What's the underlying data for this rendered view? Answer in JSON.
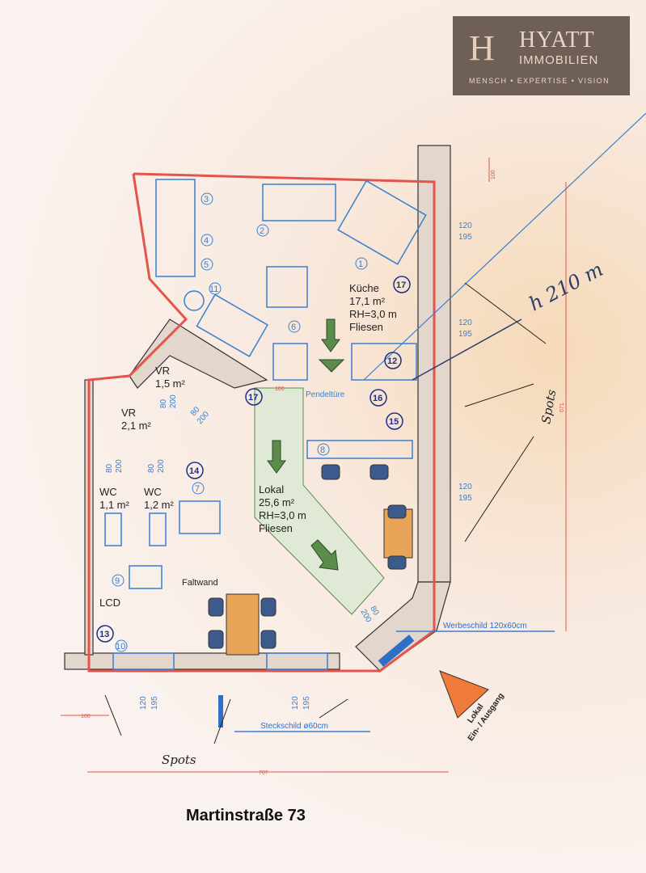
{
  "logo": {
    "mark": "H",
    "name": "HYATT",
    "sub": "IMMOBILIEN",
    "tagline": "MENSCH • EXPERTISE • VISION"
  },
  "rooms": {
    "kueche": {
      "name": "Küche",
      "area": "17,1 m²",
      "height": "RH=3,0 m",
      "floor": "Fliesen"
    },
    "vr1": {
      "name": "VR",
      "area": "1,5 m²"
    },
    "vr2": {
      "name": "VR",
      "area": "2,1 m²"
    },
    "wc1": {
      "name": "WC",
      "area": "1,1 m²"
    },
    "wc2": {
      "name": "WC",
      "area": "1,2 m²"
    },
    "lokal": {
      "name": "Lokal",
      "area": "25,6 m²",
      "height": "RH=3,0 m",
      "floor": "Fliesen"
    }
  },
  "labels": {
    "pendeltuere": "Pendeltüre",
    "faltwand": "Faltwand",
    "lcd": "LCD",
    "werbeschild": "Werbeschild 120x60cm",
    "steckschild": "Steckschild ø60cm",
    "spots_right": "Spots",
    "spots_bottom": "Spots",
    "height_note": "h 210 m",
    "entrance_1": "Lokal",
    "entrance_2": "Ein- / Ausgang",
    "street": "Martinstraße 73"
  },
  "dimensions": {
    "width_total": "707",
    "depth_total": "671",
    "offset_left": "100",
    "offset_center": "100",
    "top_small": "100",
    "window_w": "120",
    "window_h": "195",
    "door_w": "80",
    "door_h": "200"
  },
  "markers": {
    "n1": "1",
    "n2": "2",
    "n3": "3",
    "n4": "4",
    "n5": "5",
    "n6": "6",
    "n7": "7",
    "n8": "8",
    "n9": "9",
    "n10": "10",
    "n11": "11",
    "c12": "12",
    "c13": "13",
    "c14": "14",
    "c15": "15",
    "c16": "16",
    "c17a": "17",
    "c17b": "17"
  },
  "colors": {
    "wall_red": "#e4544a",
    "blue": "#3a7fd0",
    "green": "#5b8c4a",
    "orange": "#f07a3a"
  }
}
